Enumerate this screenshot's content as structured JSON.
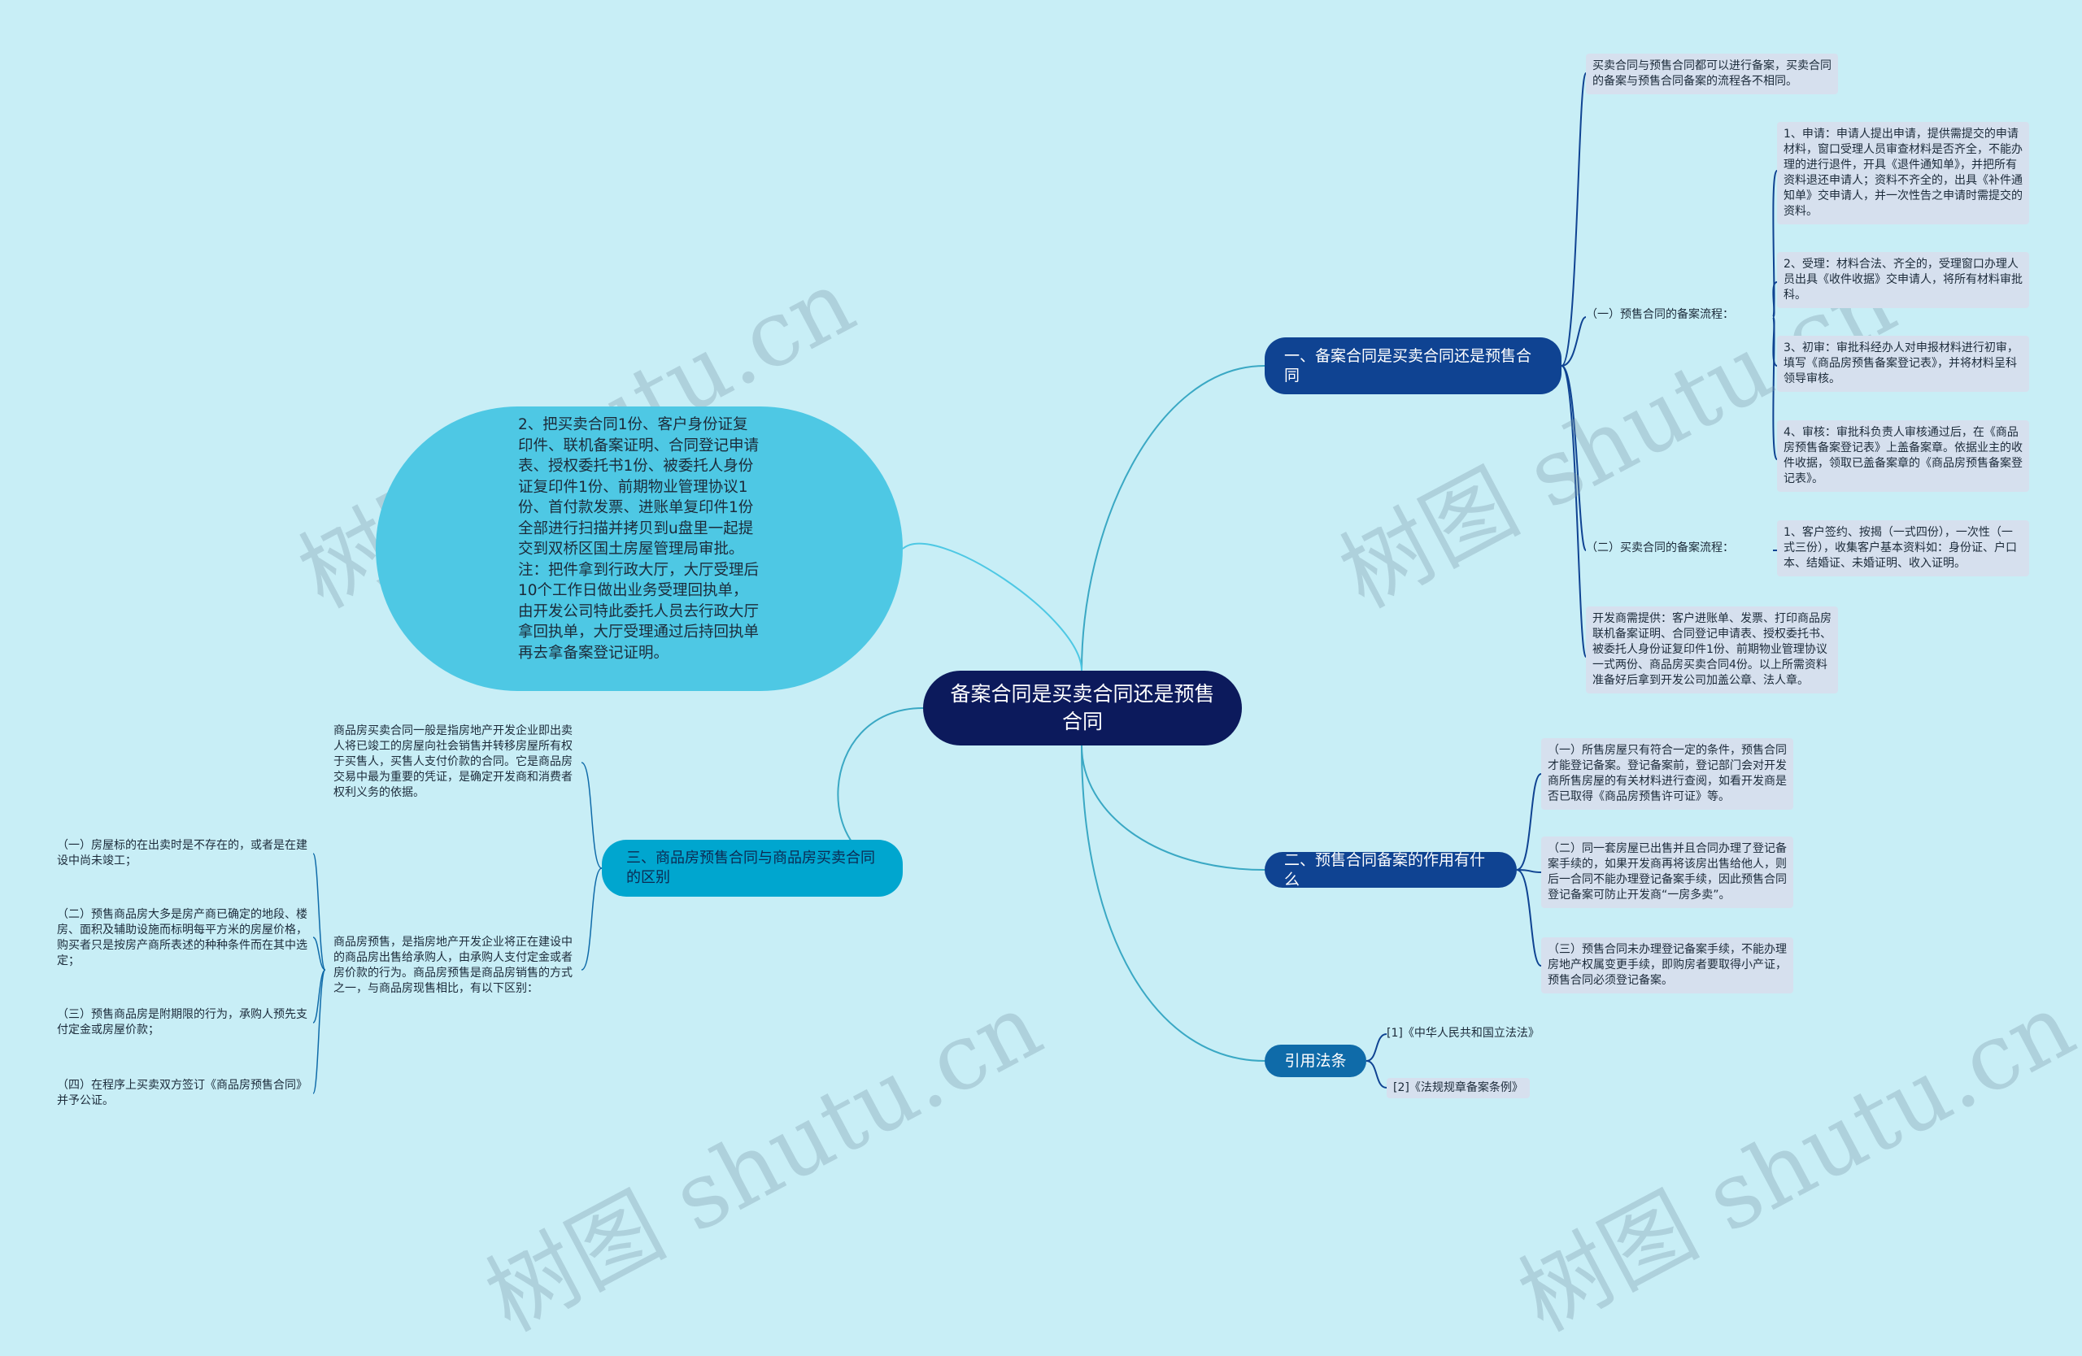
{
  "root": "备案合同是买卖合同还是预售合同",
  "branch1": {
    "label": "一、备案合同是买卖合同还是预售合同",
    "intro": "买卖合同与预售合同都可以进行备案，买卖合同的备案与预售合同备案的流程各不相同。",
    "sub1": {
      "label": "（一）预售合同的备案流程：",
      "steps": [
        "1、申请：申请人提出申请，提供需提交的申请材料，窗口受理人员审查材料是否齐全，不能办理的进行退件，开具《退件通知单》，并把所有资料退还申请人；资料不齐全的，出具《补件通知单》交申请人，并一次性告之申请时需提交的资料。",
        "2、受理：材料合法、齐全的，受理窗口办理人员出具《收件收据》交申请人，将所有材料审批科。",
        "3、初审：审批科经办人对申报材料进行初审，填写《商品房预售备案登记表》，并将材料呈科领导审核。",
        "4、审核：审批科负责人审核通过后，在《商品房预售备案登记表》上盖备案章。依据业主的收件收据，领取已盖备案章的《商品房预售备案登记表》。"
      ]
    },
    "sub2": {
      "label": "（二）买卖合同的备案流程：",
      "step1": "1、客户签约、按揭（一式四份），一次性（一式三份），收集客户基本资料如：身份证、户口本、结婚证、未婚证明、收入证明。",
      "step2": "2、把买卖合同1份、客户身份证复印件、联机备案证明、合同登记申请表、授权委托书1份、被委托人身份证复印件1份、前期物业管理协议1份、首付款发票、进账单复印件1份全部进行扫描并拷贝到u盘里一起提交到双桥区国土房屋管理局审批。注：把件拿到行政大厅，大厅受理后10个工作日做出业务受理回执单，由开发公司特此委托人员去行政大厅拿回执单，大厅受理通过后持回执单再去拿备案登记证明。"
    },
    "developer": "开发商需提供：客户进账单、发票、打印商品房联机备案证明、合同登记申请表、授权委托书、被委托人身份证复印件1份、前期物业管理协议一式两份、商品房买卖合同4份。以上所需资料准备好后拿到开发公司加盖公章、法人章。"
  },
  "branch2": {
    "label": "二、预售合同备案的作用有什么",
    "items": [
      "（一）所售房屋只有符合一定的条件，预售合同才能登记备案。登记备案前，登记部门会对开发商所售房屋的有关材料进行查阅，如看开发商是否已取得《商品房预售许可证》等。",
      "（二）同一套房屋已出售并且合同办理了登记备案手续的，如果开发商再将该房出售给他人，则后一合同不能办理登记备案手续，因此预售合同登记备案可防止开发商“一房多卖”。",
      "（三）预售合同未办理登记备案手续，不能办理房地产权属变更手续，即购房者要取得小产证，预售合同必须登记备案。"
    ]
  },
  "branch3": {
    "label": "三、商品房预售合同与商品房买卖合同的区别",
    "buy": "商品房买卖合同一般是指房地产开发企业即出卖人将已竣工的房屋向社会销售并转移房屋所有权于买售人，买售人支付价款的合同。它是商品房交易中最为重要的凭证，是确定开发商和消费者权利义务的依据。",
    "presale": "商品房预售，是指房地产开发企业将正在建设中的商品房出售给承购人，由承购人支付定金或者房价款的行为。商品房预售是商品房销售的方式之一，与商品房现售相比，有以下区别：",
    "diffs": [
      "（一）房屋标的在出卖时是不存在的，或者是在建设中尚未竣工；",
      "（二）预售商品房大多是房产商已确定的地段、楼房、面积及辅助设施而标明每平方米的房屋价格，购买者只是按房产商所表述的种种条件而在其中选定；",
      "（三）预售商品房是附期限的行为，承购人预先支付定金或房屋价款；",
      "（四）在程序上买卖双方签订《商品房预售合同》并予公证。"
    ]
  },
  "branch4": {
    "label": "引用法条",
    "refs": [
      "[1]《中华人民共和国立法法》",
      "[2]《法规规章备案条例》"
    ]
  },
  "watermarks": [
    "树图 shutu.cn",
    "树图 shutu.cn",
    "树图 shutu.cn",
    "树图 shutu.cn"
  ],
  "colors": {
    "background": "#c8eef6",
    "root": "#0c1a5c",
    "branch1": "#0f4392",
    "branch3": "#00a6cf",
    "leaf": "#d6e0ee",
    "line": "#6fcde0"
  }
}
